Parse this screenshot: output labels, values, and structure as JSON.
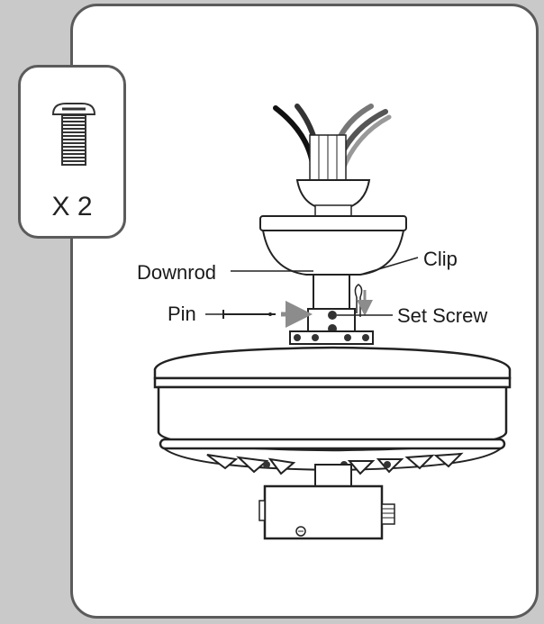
{
  "hardware": {
    "quantity": "X 2",
    "icon": "screw-icon"
  },
  "labels": {
    "downrod": "Downrod",
    "clip": "Clip",
    "pin": "Pin",
    "set_screw": "Set Screw"
  },
  "colors": {
    "background": "#c9c9c9",
    "panel_border": "#5b5b5b",
    "arrow": "#8c8c8c",
    "line": "#1a1a1a"
  }
}
